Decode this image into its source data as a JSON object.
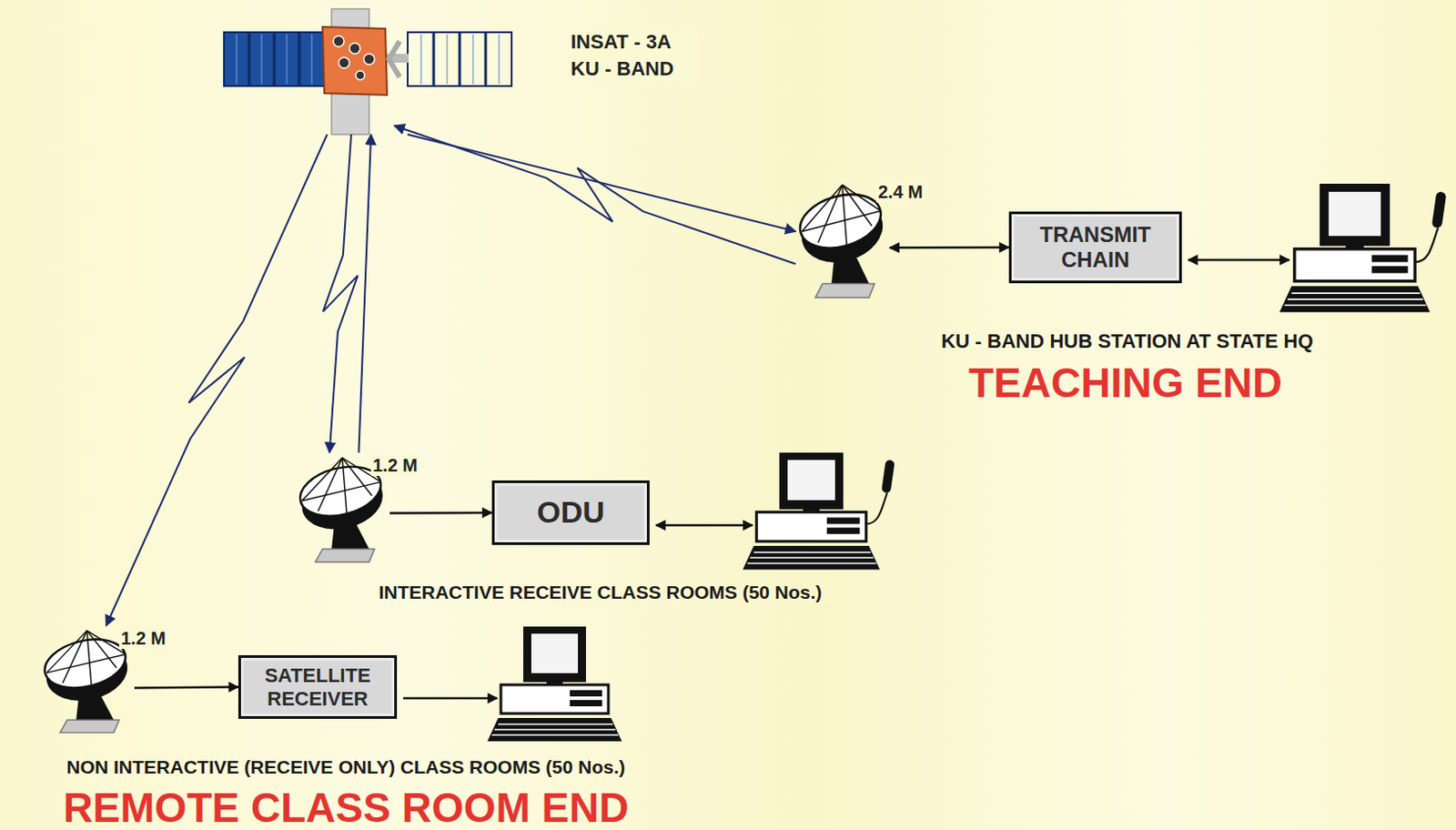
{
  "diagram": {
    "nodes": [
      {
        "text": [
          "INSAT - 3A KU - BAND"
        ]
      },
      {
        "text": [
          "2.4 M"
        ]
      },
      {
        "text": [
          "TRANSMIT CHAIN"
        ]
      },
      {
        "text": [
          "1.2 M"
        ]
      },
      {
        "text": [
          "ODU"
        ]
      },
      {
        "text": [
          "1.2 M"
        ]
      },
      {
        "text": [
          "SATELLITE RECEIVER"
        ]
      }
    ],
    "edges": [
      {
        "from": 0,
        "to": 1,
        "arrow": "to"
      },
      {
        "from": 1,
        "to": 0,
        "arrow": "to"
      },
      {
        "from": 1,
        "to": 2,
        "arrow": "both"
      },
      {
        "from": 0,
        "to": 3,
        "arrow": "to"
      },
      {
        "from": 3,
        "to": 0,
        "arrow": "to"
      },
      {
        "from": 3,
        "to": 4,
        "arrow": "to"
      },
      {
        "from": 0,
        "to": 5,
        "arrow": "to"
      },
      {
        "from": 5,
        "to": 6,
        "arrow": "to"
      }
    ],
    "labels": [
      "KU - BAND HUB STATION AT STATE HQ",
      "TEACHING END",
      "INTERACTIVE RECEIVE CLASS ROOMS (50 Nos.)",
      "NON INTERACTIVE (RECEIVE ONLY) CLASS ROOMS (50 Nos.)",
      "REMOTE CLASS ROOM END"
    ]
  }
}
